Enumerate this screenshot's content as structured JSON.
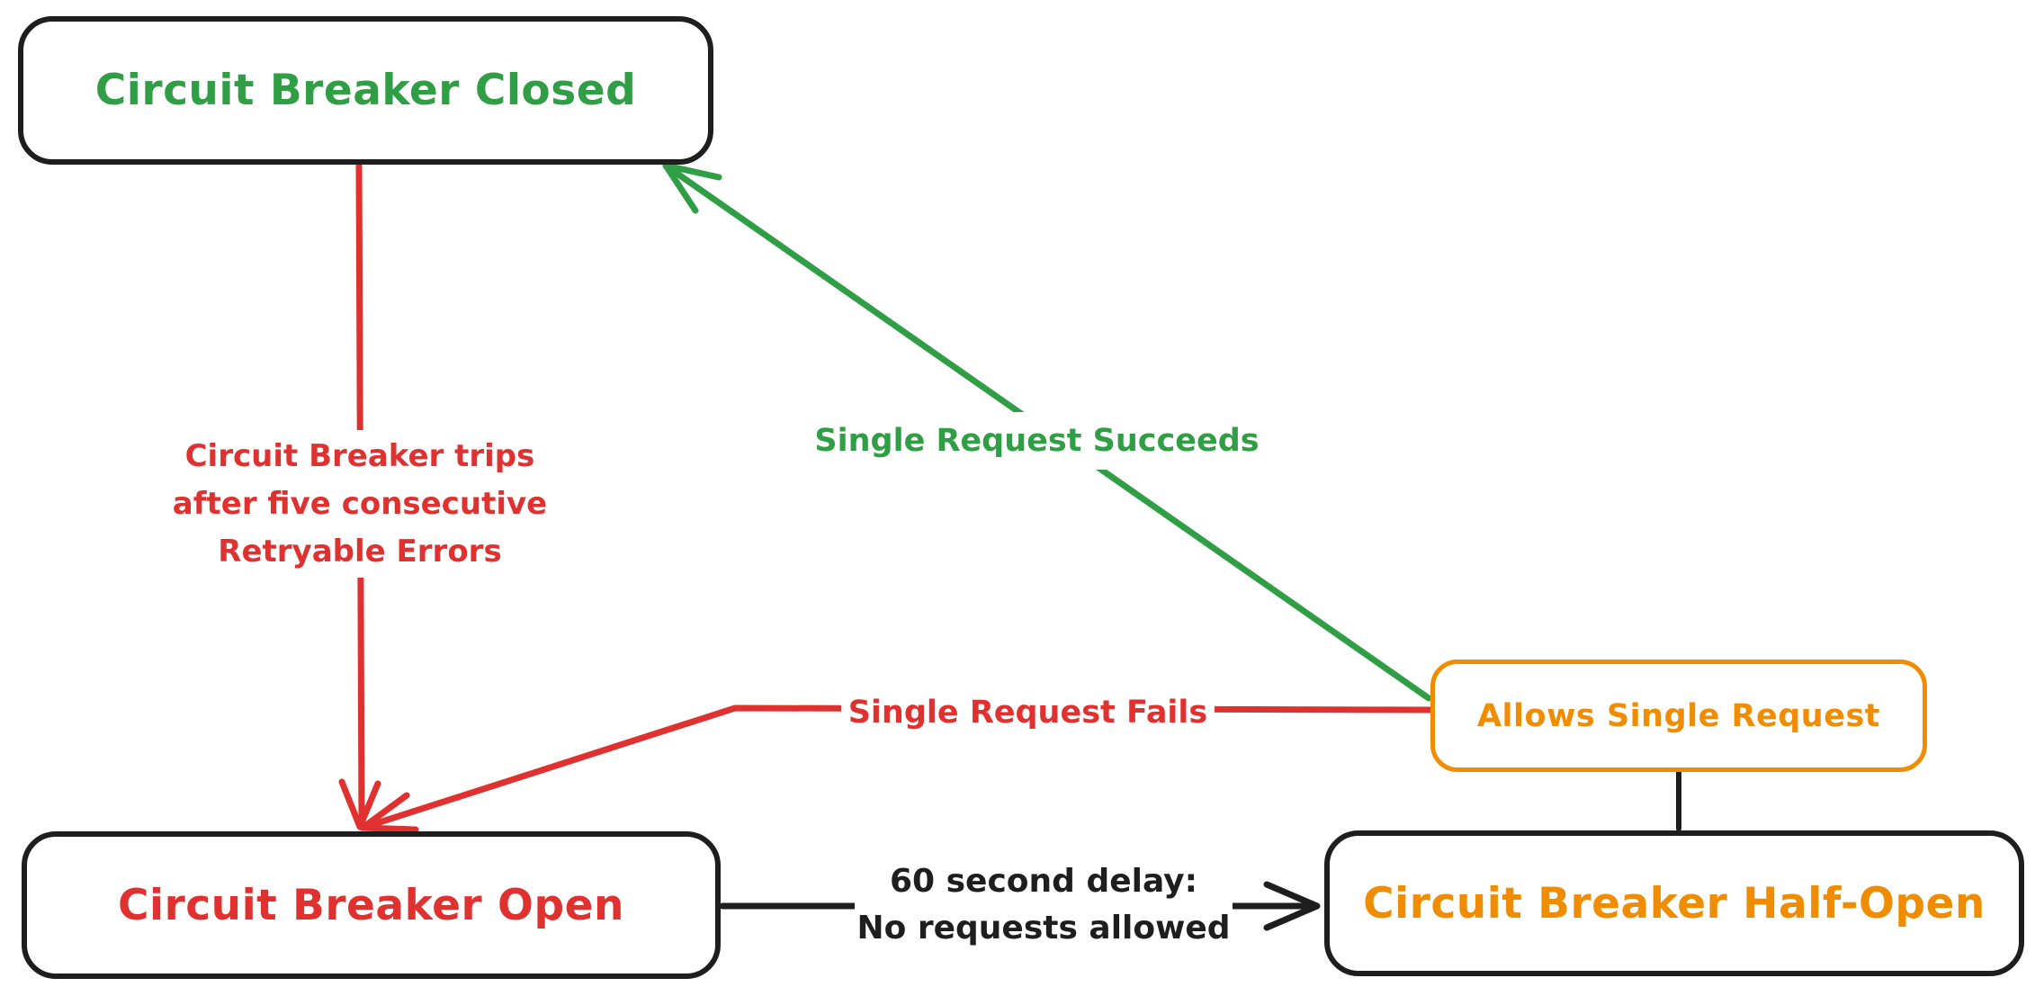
{
  "diagram": {
    "nodes": {
      "closed": {
        "label": "Circuit Breaker Closed",
        "text_color": "#2f9e44",
        "border_color": "#1e1e1e"
      },
      "open": {
        "label": "Circuit Breaker Open",
        "text_color": "#e03131",
        "border_color": "#1e1e1e"
      },
      "half_open": {
        "label": "Circuit Breaker Half-Open",
        "text_color": "#f08c00",
        "border_color": "#1e1e1e"
      },
      "allows": {
        "label": "Allows Single Request",
        "text_color": "#f08c00",
        "border_color": "#f08c00"
      }
    },
    "edges": {
      "trips": {
        "label_lines": [
          "Circuit Breaker trips",
          "after five consecutive",
          "Retryable Errors"
        ],
        "color": "#e03131",
        "from": "closed",
        "to": "open"
      },
      "succeeds": {
        "label": "Single Request Succeeds",
        "color": "#2f9e44",
        "from": "allows",
        "to": "closed"
      },
      "fails": {
        "label": "Single Request Fails",
        "color": "#e03131",
        "from": "allows",
        "to": "open"
      },
      "delay": {
        "label_lines": [
          "60 second delay:",
          "No requests allowed"
        ],
        "color": "#1e1e1e",
        "from": "open",
        "to": "half_open"
      },
      "allows_connector": {
        "label": "",
        "color": "#1e1e1e",
        "from": "half_open",
        "to": "allows"
      }
    },
    "colors": {
      "background": "#ffffff",
      "stroke": "#1e1e1e",
      "red": "#e03131",
      "green": "#2f9e44",
      "orange": "#f08c00"
    }
  }
}
